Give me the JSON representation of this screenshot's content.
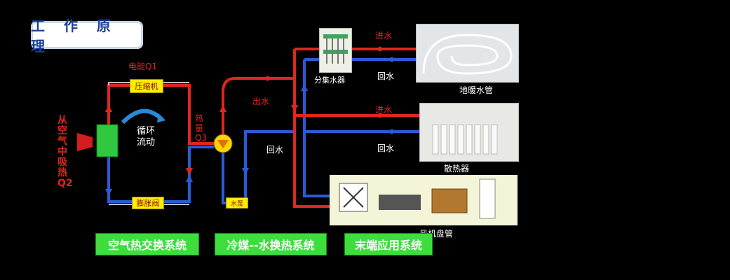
{
  "title": "工 作 原 理",
  "left_vertical": "从空气中吸热Q2",
  "compressor": {
    "energy": "电能Q1",
    "name": "压缩机"
  },
  "cycle_text": "循环流动",
  "heat_out": "热量Q3",
  "valve": "膨胀阀",
  "pump": "水泵",
  "out_water": "出水",
  "return_water": "回水",
  "manifold": "分集水器",
  "floor": {
    "in": "进水",
    "ret": "回水",
    "label": "地暖水管"
  },
  "radiator": {
    "in": "进水",
    "ret": "回水",
    "label": "散热器"
  },
  "fancoil_label": "风机盘管",
  "buttons": [
    "空气热交换系统",
    "冷媒--水换热系统",
    "末端应用系统"
  ],
  "colors": {
    "supply": "#e0261d",
    "return": "#2a5bd7",
    "green": "#3ddd3d"
  }
}
